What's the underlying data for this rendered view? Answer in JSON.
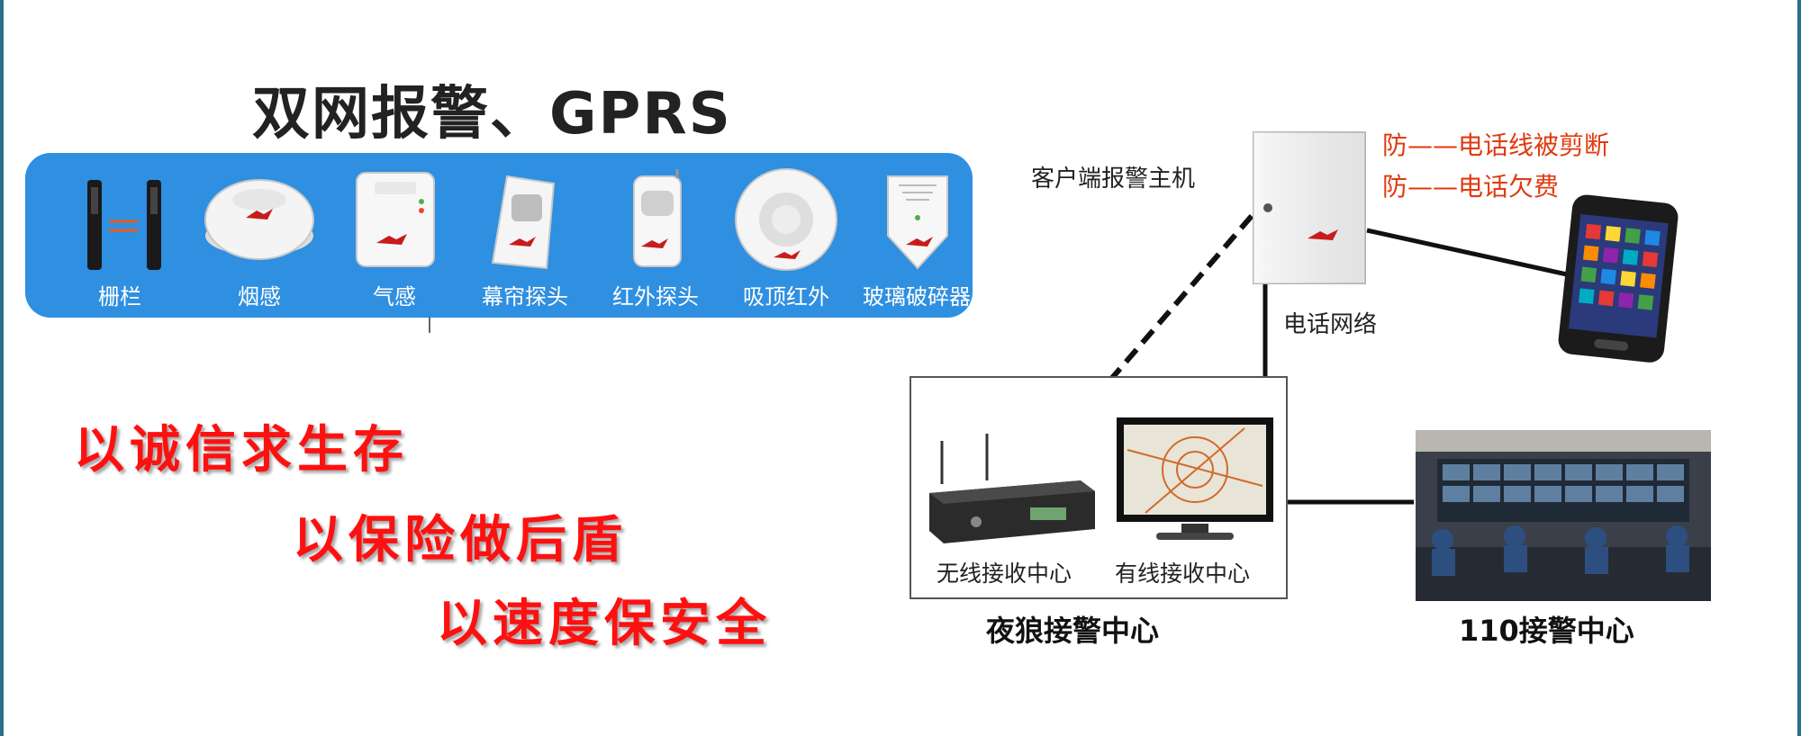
{
  "title": "双网报警、GPRS",
  "devices": [
    {
      "label": "栅栏",
      "icon": "fence-beam-icon"
    },
    {
      "label": "烟感",
      "icon": "smoke-detector-icon"
    },
    {
      "label": "气感",
      "icon": "gas-detector-icon"
    },
    {
      "label": "幕帘探头",
      "icon": "curtain-sensor-icon"
    },
    {
      "label": "红外探头",
      "icon": "infrared-sensor-icon"
    },
    {
      "label": "吸顶红外",
      "icon": "ceiling-infrared-icon"
    },
    {
      "label": "玻璃破碎器",
      "icon": "glass-break-detector-icon"
    }
  ],
  "slogans": [
    "以诚信求生存",
    "以保险做后盾",
    "以速度保安全"
  ],
  "host": {
    "label": "客户端报警主机",
    "network_label": "电话网络"
  },
  "protections": [
    "防——电话线被剪断",
    "防——电话欠费"
  ],
  "receiving_center": {
    "wireless_label": "无线接收中心",
    "wired_label": "有线接收中心",
    "name": "夜狼接警中心"
  },
  "police_center": {
    "name": "110接警中心"
  },
  "colors": {
    "panel": "#2f8fe0",
    "slogan": "#ff1010",
    "warning": "#e03a10"
  }
}
